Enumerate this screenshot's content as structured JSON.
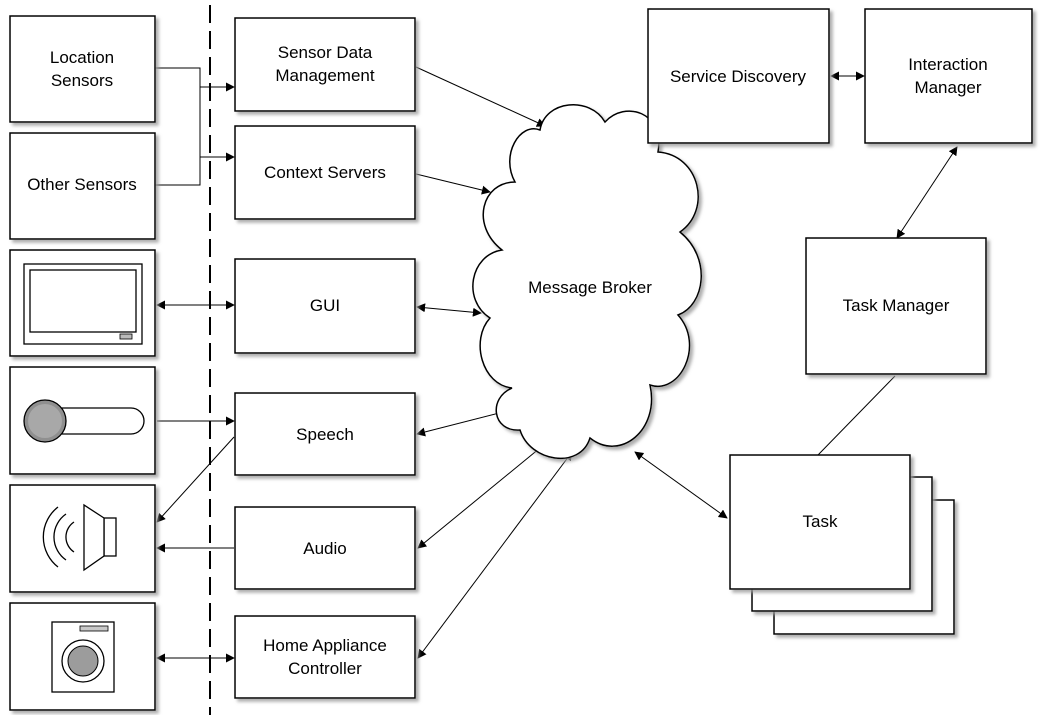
{
  "diagram": {
    "boxes": {
      "location_sensors": [
        "Location",
        "Sensors"
      ],
      "other_sensors": [
        "Other Sensors"
      ],
      "sensor_data_management": [
        "Sensor Data",
        "Management"
      ],
      "context_servers": [
        "Context Servers"
      ],
      "gui": [
        "GUI"
      ],
      "speech": [
        "Speech"
      ],
      "audio": [
        "Audio"
      ],
      "home_appliance_controller": [
        "Home Appliance",
        "Controller"
      ],
      "message_broker": [
        "Message Broker"
      ],
      "service_discovery": [
        "Service Discovery"
      ],
      "interaction_manager": [
        "Interaction",
        "Manager"
      ],
      "task_manager": [
        "Task Manager"
      ],
      "task": [
        "Task"
      ]
    },
    "devices": [
      "monitor",
      "microphone",
      "speaker",
      "washing-machine"
    ]
  }
}
